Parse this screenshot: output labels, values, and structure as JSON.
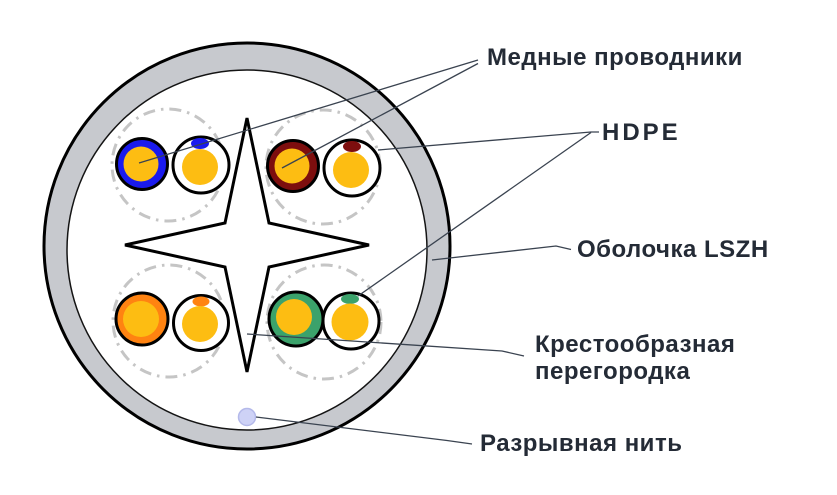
{
  "diagram": {
    "type": "cable-cross-section",
    "description": "4-pair U/UTP LSZH cable cross-section"
  },
  "labels": {
    "copper_conductors": "Медные проводники",
    "hdpe": "HDPE",
    "sheath": "Оболочка LSZH",
    "cross_separator_line1": "Крестообразная",
    "cross_separator_line2": "перегородка",
    "rip_cord": "Разрывная нить"
  },
  "pairs": [
    {
      "position": "top-left",
      "color_name": "blue"
    },
    {
      "position": "top-right",
      "color_name": "red"
    },
    {
      "position": "bottom-left",
      "color_name": "orange"
    },
    {
      "position": "bottom-right",
      "color_name": "green"
    }
  ],
  "colors": {
    "sheath_fill": "#c7c9ce",
    "conductor_core": "#fdbd12",
    "pair_blue": "#1a1aee",
    "pair_red": "#7d0e0e",
    "pair_orange": "#ff8311",
    "pair_green": "#3ba26b",
    "rip_cord_fill": "#ced2f6",
    "rip_cord_stroke": "#b4b9ea",
    "guide_dash": "#c5c5c5",
    "leader_line": "#3a4350",
    "label_text": "#242b36"
  }
}
